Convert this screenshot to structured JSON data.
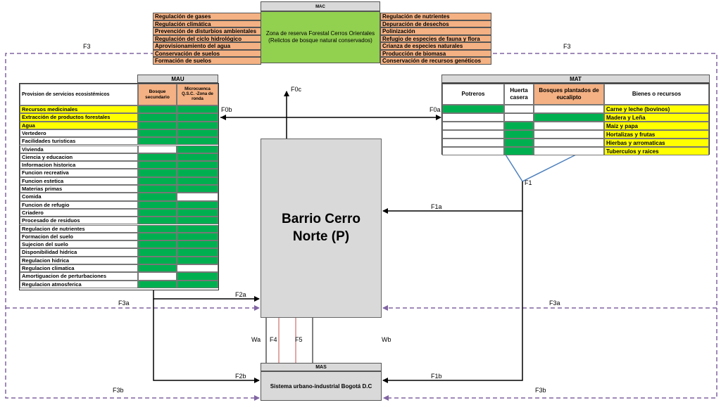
{
  "mac": {
    "header": "MAC",
    "center": "Zona de reserva Forestal Cerros Orientales (Relictos de bosque natural conservados)",
    "left_items": [
      "Regulación de gases",
      "Regulación climática",
      "Prevención de disturbios ambientales",
      "Regulación del ciclo hidrológico",
      "Aprovisionamiento del agua",
      "Conservación de suelos",
      "Formación de suelos"
    ],
    "right_items": [
      "Regulación de nutrientes",
      "Depuración de desechos",
      "Polinización",
      "Refugio de especies de fauna y flora",
      "Crianza de especies naturales",
      "Producción de biomasa",
      "Conservación de recursos genéticos"
    ]
  },
  "mau": {
    "title": "MAU",
    "col_header_main": "Provision de servicios ecosistémicos",
    "col_header_1": "Bosque secundario",
    "col_header_2": "Microcuenca Q.S.C. -Zona de ronda",
    "rows": [
      {
        "label": "Recursos medicinales",
        "hl": true,
        "c1": "g",
        "c2": "g"
      },
      {
        "label": "Extracción de productos forestales",
        "hl": true,
        "c1": "g",
        "c2": "g"
      },
      {
        "label": "Agua",
        "hl": true,
        "c1": "g",
        "c2": "g"
      },
      {
        "label": "Vertedero",
        "hl": false,
        "c1": "g",
        "c2": "g"
      },
      {
        "label": "Facilidades turisticas",
        "hl": false,
        "c1": "g",
        "c2": "g"
      },
      {
        "label": "Vivienda",
        "hl": false,
        "c1": "w",
        "c2": "g"
      },
      {
        "label": "Ciencia y educacion",
        "hl": false,
        "c1": "g",
        "c2": "g"
      },
      {
        "label": "Informacion historica",
        "hl": false,
        "c1": "g",
        "c2": "g"
      },
      {
        "label": "Funcion recreativa",
        "hl": false,
        "c1": "g",
        "c2": "g"
      },
      {
        "label": "Funcion estetica",
        "hl": false,
        "c1": "g",
        "c2": "g"
      },
      {
        "label": "Materias primas",
        "hl": false,
        "c1": "g",
        "c2": "g"
      },
      {
        "label": "Comida",
        "hl": false,
        "c1": "g",
        "c2": "w"
      },
      {
        "label": "Funcion de refugio",
        "hl": false,
        "c1": "g",
        "c2": "g"
      },
      {
        "label": "Criadero",
        "hl": false,
        "c1": "g",
        "c2": "g"
      },
      {
        "label": "Procesado de residuos",
        "hl": false,
        "c1": "g",
        "c2": "g"
      },
      {
        "label": "Regulacion de nutrientes",
        "hl": false,
        "c1": "g",
        "c2": "g"
      },
      {
        "label": "Formacion del suelo",
        "hl": false,
        "c1": "g",
        "c2": "g"
      },
      {
        "label": "Sujecion del suelo",
        "hl": false,
        "c1": "g",
        "c2": "g"
      },
      {
        "label": "Disponibilidad hidrica",
        "hl": false,
        "c1": "g",
        "c2": "g"
      },
      {
        "label": "Regulacion hidrica",
        "hl": false,
        "c1": "g",
        "c2": "g"
      },
      {
        "label": "Regulacion climatica",
        "hl": false,
        "c1": "g",
        "c2": "w"
      },
      {
        "label": "Amortiguacion de perturbaciones",
        "hl": false,
        "c1": "w",
        "c2": "g"
      },
      {
        "label": "Regulacion atmosferica",
        "hl": false,
        "c1": "g",
        "c2": "g"
      }
    ]
  },
  "mat": {
    "title": "MAT",
    "col_1": "Potreros",
    "col_2": "Huerta casera",
    "col_3": "Bosques plantados de eucalipto",
    "col_4": "Bienes o recursos",
    "rows": [
      {
        "label": "Carne y leche (bovinos)",
        "c1": "g",
        "c2": "w",
        "c3": "w"
      },
      {
        "label": "Madera y Leña",
        "c1": "w",
        "c2": "w",
        "c3": "g"
      },
      {
        "label": "Maiz y papa",
        "c1": "w",
        "c2": "g",
        "c3": "w"
      },
      {
        "label": "Hortalizas y frutas",
        "c1": "w",
        "c2": "g",
        "c3": "w"
      },
      {
        "label": "Hierbas y arromaticas",
        "c1": "w",
        "c2": "g",
        "c3": "w"
      },
      {
        "label": "Tuberculos y raices",
        "c1": "w",
        "c2": "g",
        "c3": "w"
      }
    ]
  },
  "center": {
    "title": "Barrio Cerro Norte (P)"
  },
  "mas": {
    "header": "MAS",
    "title": "Sistema urbano-industrial Bogotá D.C"
  },
  "flows": {
    "f3_left": "F3",
    "f3_right": "F3",
    "f0b": "F0b",
    "f0a": "F0a",
    "f0c": "F0c",
    "f1": "F1",
    "f1a": "F1a",
    "f1b": "F1b",
    "f2a": "F2a",
    "f2b": "F2b",
    "f3a_left": "F3a",
    "f3a_right": "F3a",
    "f3b_left": "F3b",
    "f3b_right": "F3b",
    "wa": "Wa",
    "f4": "F4",
    "f5": "F5",
    "wb": "Wb"
  },
  "colors": {
    "green": "#00b050",
    "orange": "#f4b183",
    "yellow": "#ffff00",
    "gray": "#d9d9d9",
    "mac_green": "#92d050",
    "dash": "#8064a2",
    "blue_line": "#4f81bd"
  }
}
